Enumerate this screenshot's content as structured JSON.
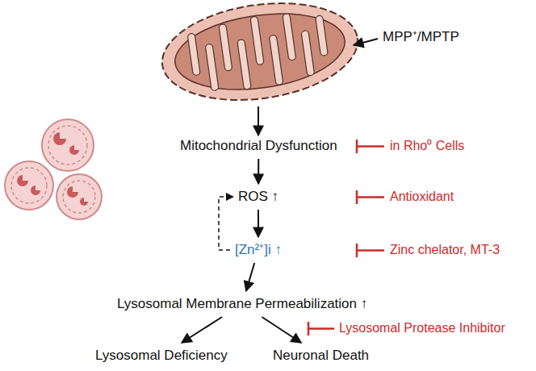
{
  "diagram": {
    "nodes": [
      {
        "text": [
          "Mitochondrial Dysfunction"
        ]
      },
      {
        "text": [
          "ROS ↑"
        ]
      },
      {
        "text": [
          "[Zn²⁺]i ↑"
        ]
      },
      {
        "text": [
          "Lysosomal Membrane Permeabilization ↑"
        ]
      },
      {
        "text": [
          "Lysosomal Deficiency"
        ]
      },
      {
        "text": [
          "Neuronal Death"
        ]
      }
    ],
    "edges": [
      {
        "from": 0,
        "to": 1,
        "arrow": "to"
      },
      {
        "from": 1,
        "to": 2,
        "arrow": "to"
      },
      {
        "from": 2,
        "to": 1,
        "arrow": "to"
      },
      {
        "from": 2,
        "to": 3,
        "arrow": "to"
      },
      {
        "from": 3,
        "to": 4,
        "arrow": "to"
      },
      {
        "from": 3,
        "to": 5,
        "arrow": "to"
      }
    ],
    "labels": [
      "MPP⁺/MPTP",
      "in Rho⁰ Cells",
      "Antioxidant",
      "Zinc chelator, MT-3",
      "Lysosomal Protease Inhibitor"
    ]
  }
}
